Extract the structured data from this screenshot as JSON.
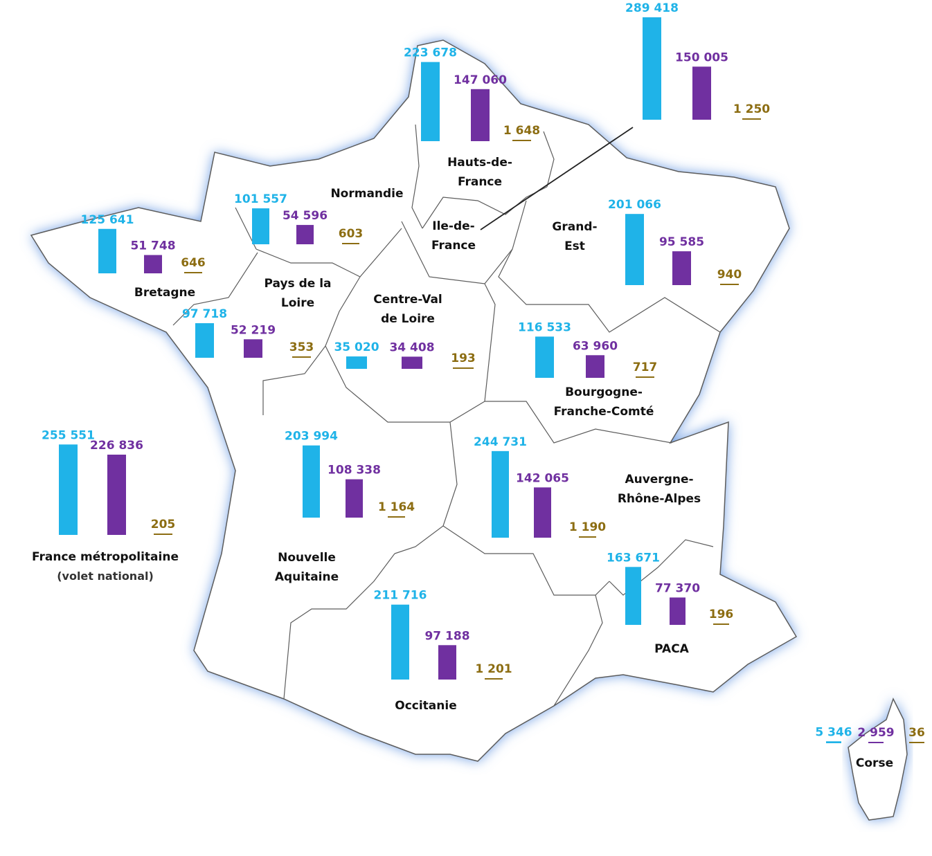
{
  "legend_colors": {
    "series_a": "#1fb3e8",
    "series_b": "#7030a0",
    "series_c": "#8c6d12"
  },
  "chart_data": {
    "type": "bar",
    "scale_max": 289418,
    "regions": [
      {
        "key": "hauts-de-france",
        "name": "Hauts-de-\nFrance",
        "values": [
          223678,
          147060,
          1648
        ],
        "labels": [
          "223 678",
          "147 060",
          "1 648"
        ]
      },
      {
        "key": "ile-de-france",
        "name": "Ile-de-\nFrance",
        "values": [
          289418,
          150005,
          1250
        ],
        "labels": [
          "289 418",
          "150 005",
          "1 250"
        ]
      },
      {
        "key": "normandie",
        "name": "Normandie",
        "values": [
          101557,
          54596,
          603
        ],
        "labels": [
          "101 557",
          "54 596",
          "603"
        ]
      },
      {
        "key": "bretagne",
        "name": "Bretagne",
        "values": [
          125641,
          51748,
          646
        ],
        "labels": [
          "125 641",
          "51 748",
          "646"
        ]
      },
      {
        "key": "grand-est",
        "name": "Grand-\nEst",
        "values": [
          201066,
          95585,
          940
        ],
        "labels": [
          "201 066",
          "95 585",
          "940"
        ]
      },
      {
        "key": "pays-de-la-loire",
        "name": "Pays de la\nLoire",
        "values": [
          97718,
          52219,
          353
        ],
        "labels": [
          "97 718",
          "52 219",
          "353"
        ]
      },
      {
        "key": "centre-val-de-loire",
        "name": "Centre-Val\nde Loire",
        "values": [
          35020,
          34408,
          193
        ],
        "labels": [
          "35 020",
          "34 408",
          "193"
        ]
      },
      {
        "key": "bourgogne-franche-comte",
        "name": "Bourgogne-\nFranche-Comté",
        "values": [
          116533,
          63960,
          717
        ],
        "labels": [
          "116 533",
          "63 960",
          "717"
        ]
      },
      {
        "key": "france-metropolitaine",
        "name": "France métropolitaine",
        "subtitle": "(volet national)",
        "values": [
          255551,
          226836,
          205
        ],
        "labels": [
          "255 551",
          "226 836",
          "205"
        ]
      },
      {
        "key": "nouvelle-aquitaine",
        "name": "Nouvelle\nAquitaine",
        "values": [
          203994,
          108338,
          1164
        ],
        "labels": [
          "203 994",
          "108 338",
          "1 164"
        ]
      },
      {
        "key": "auvergne-rhone-alpes",
        "name": "Auvergne-\nRhône-Alpes",
        "values": [
          244731,
          142065,
          1190
        ],
        "labels": [
          "244 731",
          "142 065",
          "1 190"
        ]
      },
      {
        "key": "paca",
        "name": "PACA",
        "values": [
          163671,
          77370,
          196
        ],
        "labels": [
          "163 671",
          "77 370",
          "196"
        ]
      },
      {
        "key": "occitanie",
        "name": "Occitanie",
        "values": [
          211716,
          97188,
          1201
        ],
        "labels": [
          "211 716",
          "97 188",
          "1 201"
        ]
      },
      {
        "key": "corse",
        "name": "Corse",
        "values": [
          5346,
          2959,
          36
        ],
        "labels": [
          "5 346",
          "2 959",
          "36"
        ]
      }
    ]
  }
}
